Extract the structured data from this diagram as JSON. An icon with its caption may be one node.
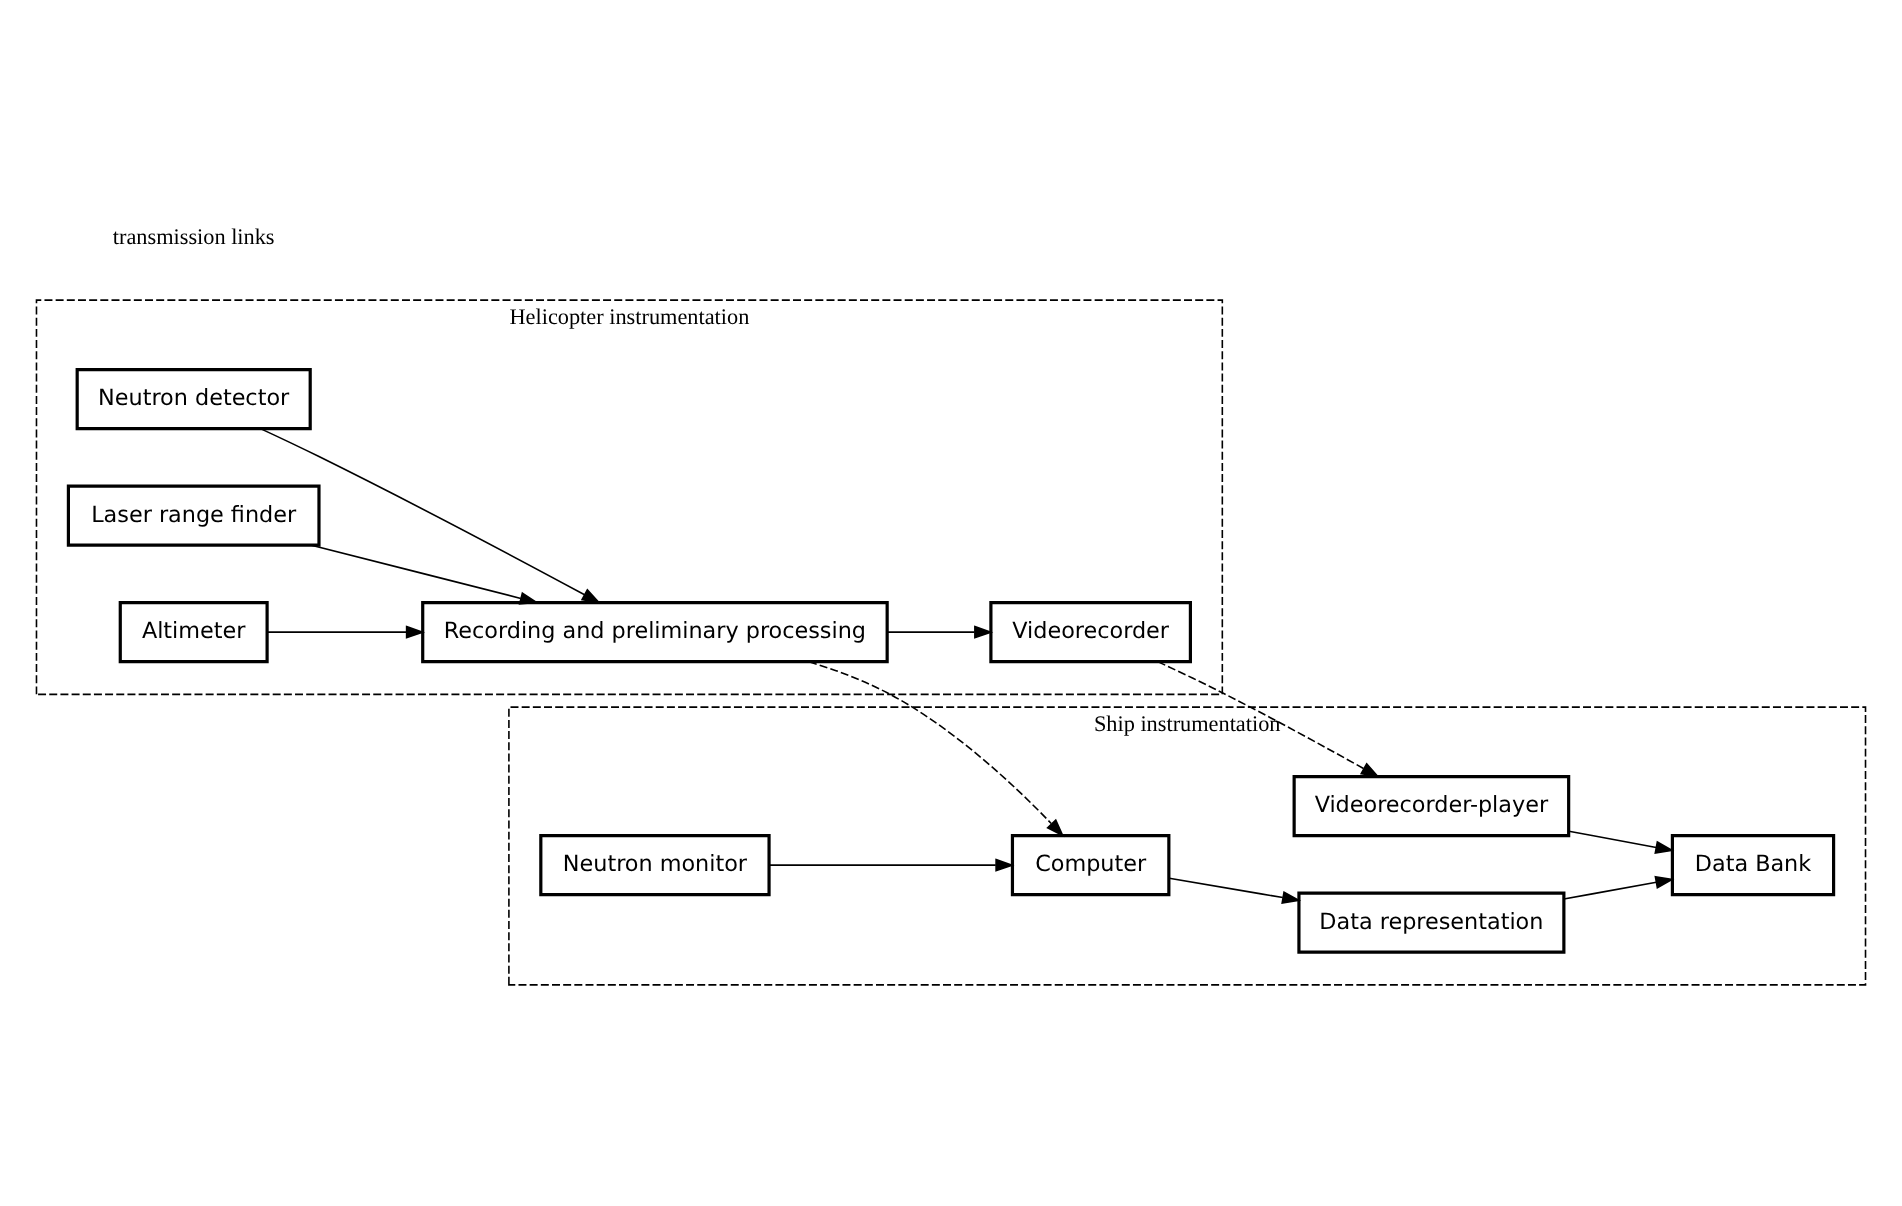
{
  "diagram": {
    "nodes": [
      {
        "text": [
          "Helicopter instrumentation"
        ]
      },
      {
        "text": [
          "Neutron detector"
        ],
        "in": 0
      },
      {
        "text": [
          "Laser range finder"
        ],
        "in": 0
      },
      {
        "text": [
          "Altimeter"
        ],
        "in": 0
      },
      {
        "text": [
          "Recording and preliminary processing"
        ],
        "in": 0
      },
      {
        "text": [
          "Videorecorder"
        ],
        "in": 0
      },
      {
        "text": [
          "Ship instrumentation"
        ]
      },
      {
        "text": [
          "Computer"
        ],
        "in": 6
      },
      {
        "text": [
          "Neutron monitor"
        ],
        "in": 6
      },
      {
        "text": [
          "Data representation"
        ],
        "in": 6
      },
      {
        "text": [
          "Data Bank"
        ],
        "in": 6
      },
      {
        "text": [
          "Videorecorder-player"
        ],
        "in": 6
      }
    ],
    "edges": [
      {
        "from": 1,
        "to": 4,
        "arrow": "to"
      },
      {
        "from": 2,
        "to": 4,
        "arrow": "to"
      },
      {
        "from": 3,
        "to": 4,
        "arrow": "to"
      },
      {
        "from": 4,
        "to": 5,
        "arrow": "to"
      },
      {
        "from": 4,
        "to": 7,
        "arrow": "to",
        "style": "dashed"
      },
      {
        "from": 5,
        "to": 11,
        "arrow": "to",
        "style": "dashed"
      },
      {
        "from": 8,
        "to": 7,
        "arrow": "to"
      },
      {
        "from": 7,
        "to": 9,
        "arrow": "to"
      },
      {
        "from": 9,
        "to": 10,
        "arrow": "to"
      },
      {
        "from": 11,
        "to": 10,
        "arrow": "to"
      }
    ],
    "labels": [
      "transmission links"
    ]
  }
}
